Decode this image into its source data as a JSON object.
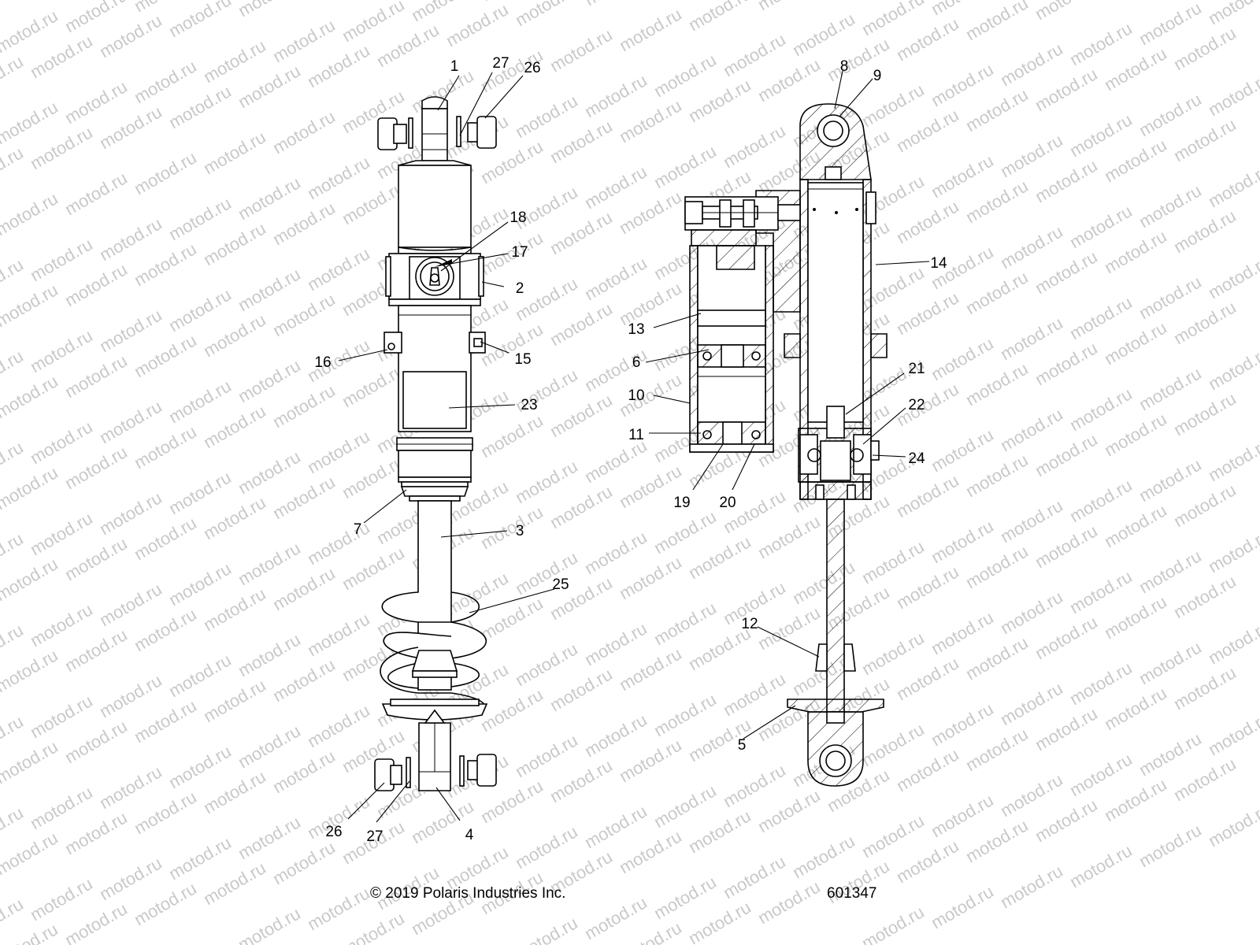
{
  "watermark": {
    "text": "motod.ru",
    "color": "#c9c9c9"
  },
  "callouts": [
    {
      "id": "1",
      "text": "1"
    },
    {
      "id": "27a",
      "text": "27"
    },
    {
      "id": "26a",
      "text": "26"
    },
    {
      "id": "18",
      "text": "18"
    },
    {
      "id": "17",
      "text": "17"
    },
    {
      "id": "2",
      "text": "2"
    },
    {
      "id": "16",
      "text": "16"
    },
    {
      "id": "15",
      "text": "15"
    },
    {
      "id": "23",
      "text": "23"
    },
    {
      "id": "7",
      "text": "7"
    },
    {
      "id": "3",
      "text": "3"
    },
    {
      "id": "25",
      "text": "25"
    },
    {
      "id": "26b",
      "text": "26"
    },
    {
      "id": "27b",
      "text": "27"
    },
    {
      "id": "4",
      "text": "4"
    },
    {
      "id": "8",
      "text": "8"
    },
    {
      "id": "9",
      "text": "9"
    },
    {
      "id": "14",
      "text": "14"
    },
    {
      "id": "13",
      "text": "13"
    },
    {
      "id": "6",
      "text": "6"
    },
    {
      "id": "10",
      "text": "10"
    },
    {
      "id": "21",
      "text": "21"
    },
    {
      "id": "22",
      "text": "22"
    },
    {
      "id": "11",
      "text": "11"
    },
    {
      "id": "24",
      "text": "24"
    },
    {
      "id": "19",
      "text": "19"
    },
    {
      "id": "20",
      "text": "20"
    },
    {
      "id": "12",
      "text": "12"
    },
    {
      "id": "5",
      "text": "5"
    }
  ],
  "footer": {
    "copyright": "© 2019 Polaris Industries Inc.",
    "diagram_number": "601347"
  }
}
